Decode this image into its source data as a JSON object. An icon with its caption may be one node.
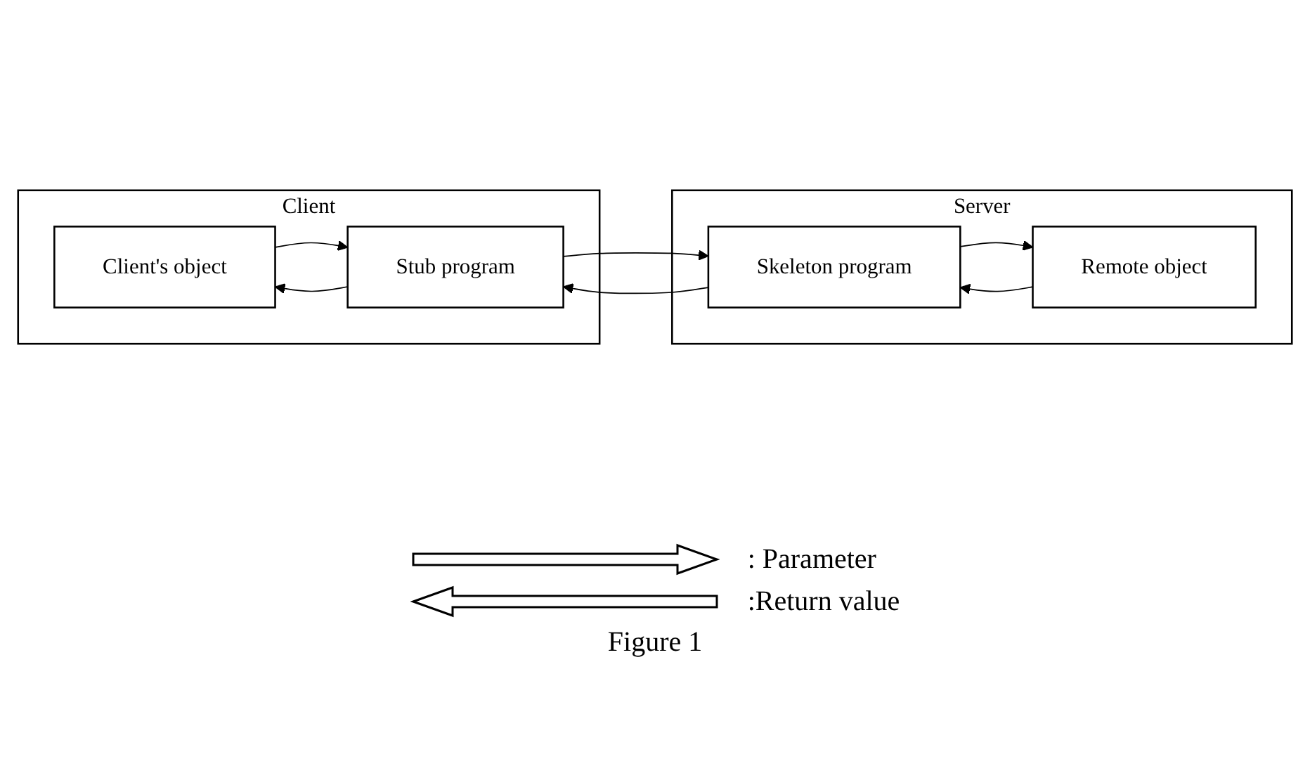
{
  "diagram": {
    "caption": "Figure 1",
    "nodes": [
      {
        "text": [
          "Client"
        ]
      },
      {
        "text": [
          "Client's object"
        ],
        "in": 0
      },
      {
        "text": [
          "Stub program"
        ],
        "in": 0
      },
      {
        "text": [
          "Server"
        ]
      },
      {
        "text": [
          "Skeleton program"
        ],
        "in": 3
      },
      {
        "text": [
          "Remote object"
        ],
        "in": 3
      }
    ],
    "edges": [
      {
        "from": 1,
        "to": 2,
        "arrow": "to"
      },
      {
        "from": 2,
        "to": 1,
        "arrow": "to"
      },
      {
        "from": 2,
        "to": 4,
        "arrow": "to"
      },
      {
        "from": 4,
        "to": 2,
        "arrow": "to"
      },
      {
        "from": 4,
        "to": 5,
        "arrow": "to"
      },
      {
        "from": 5,
        "to": 4,
        "arrow": "to"
      }
    ],
    "legend": [
      {
        "text": ": Parameter"
      },
      {
        "text": ":Return value"
      }
    ]
  }
}
